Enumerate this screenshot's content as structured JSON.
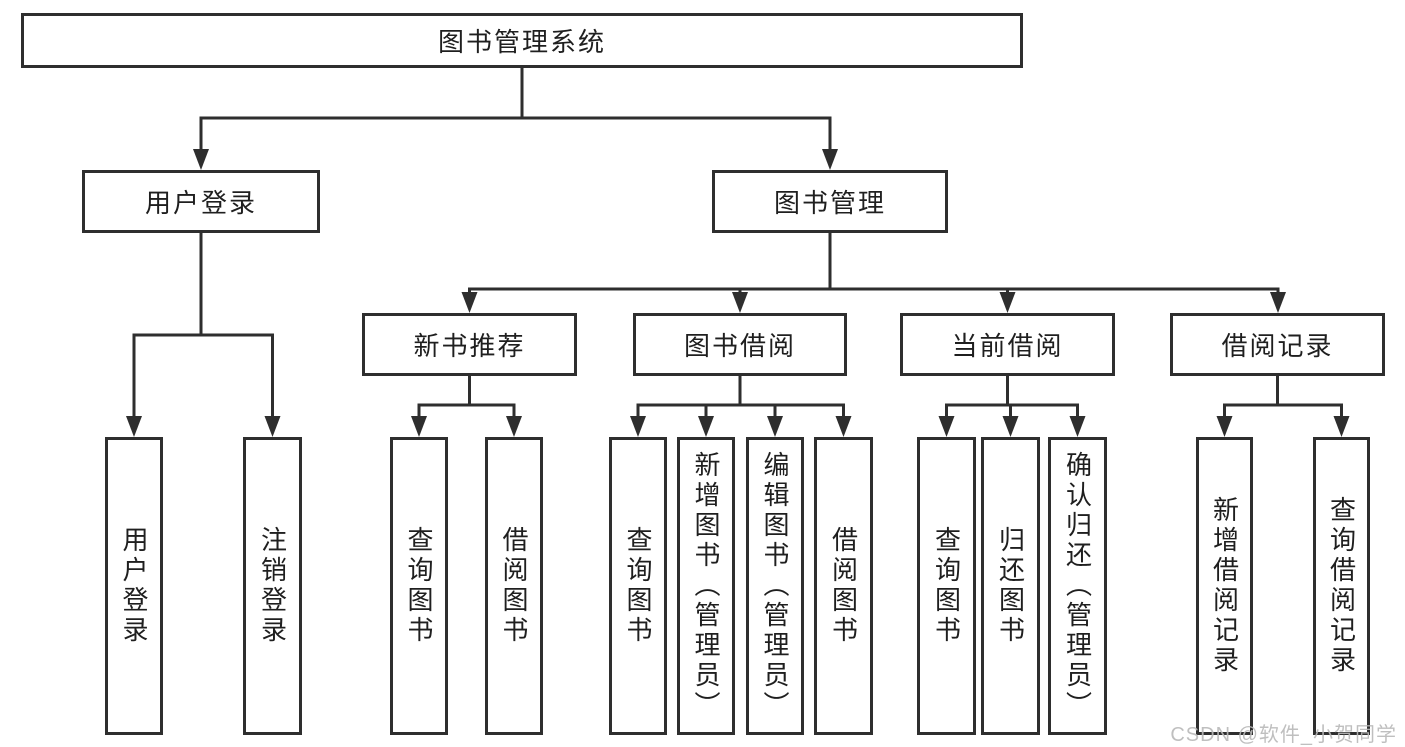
{
  "diagram": {
    "root": "图书管理系统",
    "level2": {
      "user_login": "用户登录",
      "book_mgmt": "图书管理"
    },
    "level3": {
      "new_books": "新书推荐",
      "borrowing": "图书借阅",
      "current": "当前借阅",
      "records": "借阅记录"
    },
    "leaves": {
      "user_login": [
        "用户登录",
        "注销登录"
      ],
      "new_books": [
        "查询图书",
        "借阅图书"
      ],
      "borrowing": [
        "查询图书",
        "新增图书（管理员）",
        "编辑图书（管理员）",
        "借阅图书"
      ],
      "current": [
        "查询图书",
        "归还图书",
        "确认归还（管理员）"
      ],
      "records": [
        "新增借阅记录",
        "查询借阅记录"
      ]
    },
    "colors": {
      "line": "#2e2e2e",
      "text": "#1f1f1f",
      "watermark": "#b9b9b9"
    },
    "watermark": "CSDN @软件_小贺同学"
  }
}
